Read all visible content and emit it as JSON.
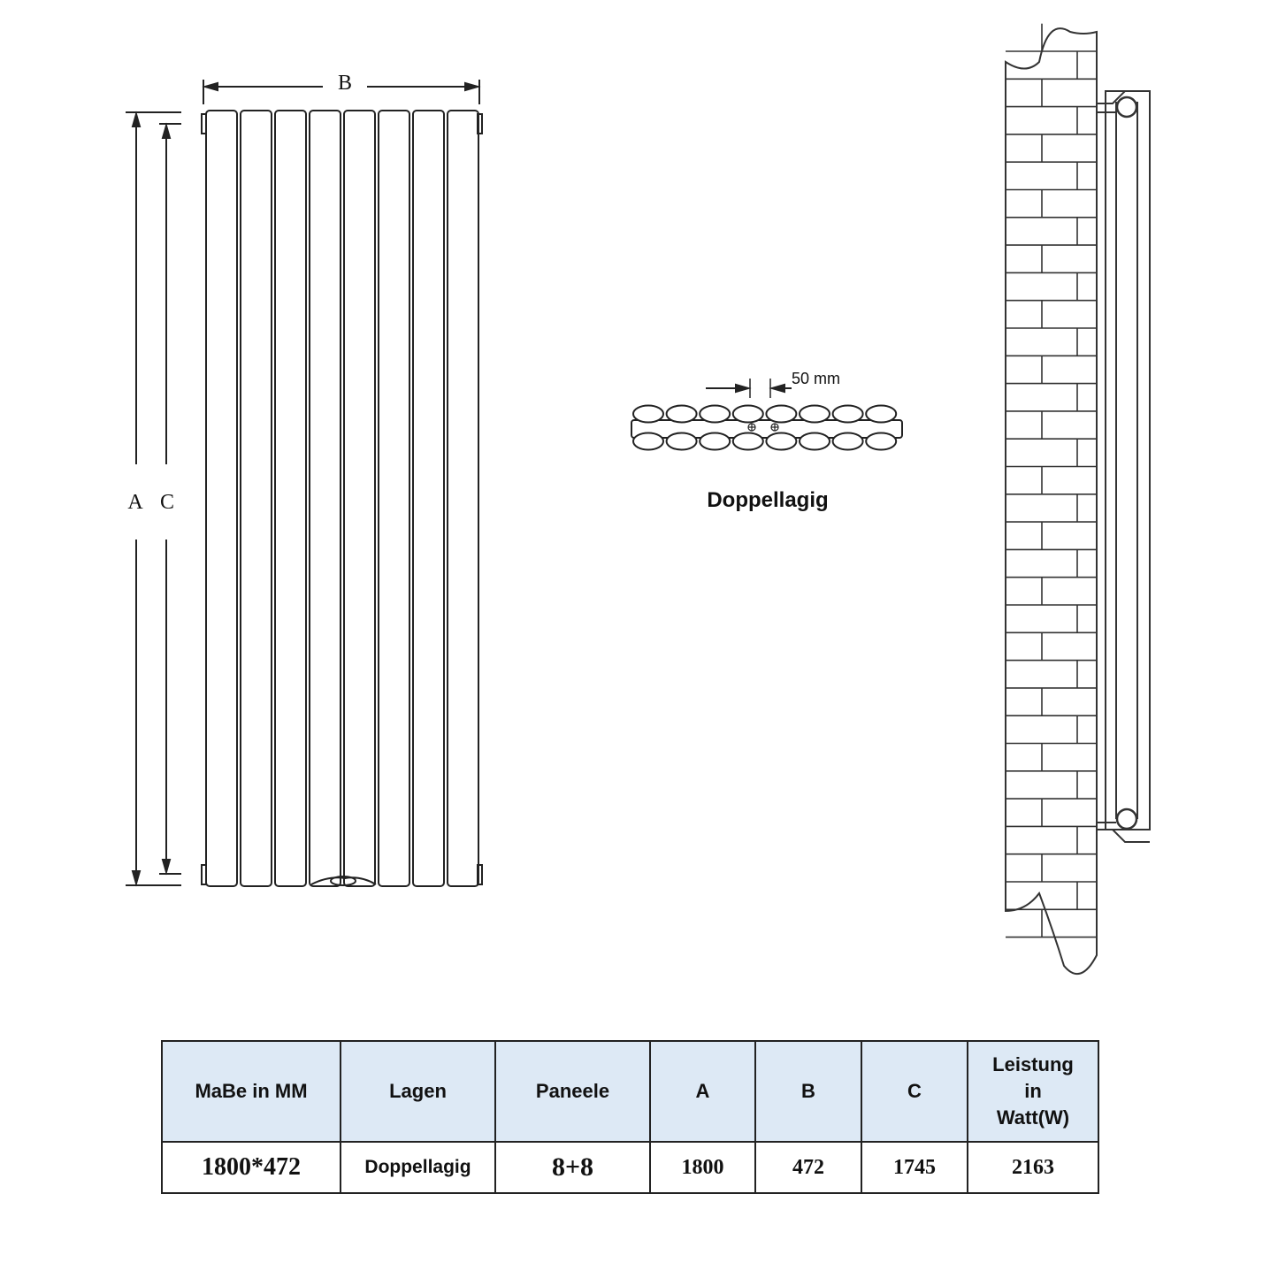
{
  "front_view": {
    "label_b": "B",
    "label_a": "A",
    "label_c": "C"
  },
  "cross_section": {
    "spacing_label": "50 mm",
    "caption": "Doppellagig"
  },
  "table": {
    "headers": {
      "mabe": "MaBe in MM",
      "lagen": "Lagen",
      "paneele": "Paneele",
      "a": "A",
      "b": "B",
      "c": "C",
      "leistung_1": "Leistung",
      "leistung_2": "in",
      "leistung_3": "Watt(W)"
    },
    "row": {
      "mabe": "1800*472",
      "lagen": "Doppellagig",
      "paneele": "8+8",
      "a": "1800",
      "b": "472",
      "c": "1745",
      "leistung": "2163"
    }
  }
}
